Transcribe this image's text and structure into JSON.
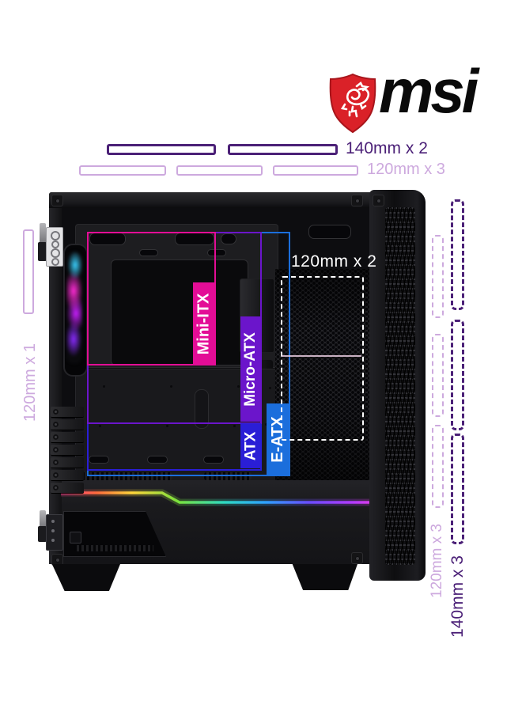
{
  "brand": {
    "wordmark": "msi",
    "shield_icon": "msi-dragon-shield",
    "shield_red": "#DA2128",
    "wordmark_color": "#0a0a0a"
  },
  "fan_specs": {
    "top_140": {
      "label": "140mm x 2",
      "count": 2,
      "color": "#4B2077"
    },
    "top_120": {
      "label": "120mm x 3",
      "count": 3,
      "color": "#CDA9DE"
    },
    "rear_120": {
      "label": "120mm x 1",
      "count": 1,
      "color": "#CDA9DE"
    },
    "internal_120": {
      "label": "120mm x 2",
      "count": 2,
      "color": "#FFFFFF"
    },
    "front_120": {
      "label": "120mm x 3",
      "count": 3,
      "color": "#CDA9DE"
    },
    "front_140": {
      "label": "140mm x 3",
      "count": 3,
      "color": "#4B2077"
    }
  },
  "motherboards": [
    {
      "label": "Mini-ITX",
      "color": "#E30D96"
    },
    {
      "label": "Micro-ATX",
      "color": "#6B15CB"
    },
    {
      "label": "ATX",
      "color": "#2A1ED6"
    },
    {
      "label": "E-ATX",
      "color": "#1B6EDC"
    }
  ]
}
